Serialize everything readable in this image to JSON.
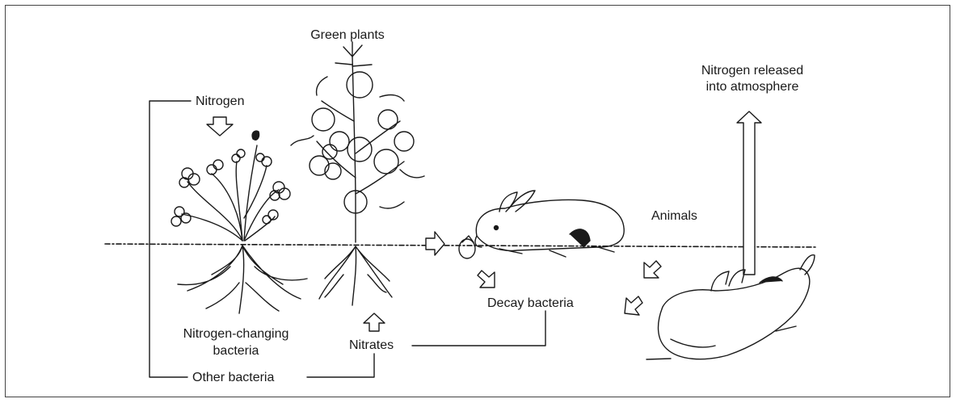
{
  "labels": {
    "green_plants": "Green plants",
    "nitrogen": "Nitrogen",
    "nitrogen_released_line1": "Nitrogen released",
    "nitrogen_released_line2": "into atmosphere",
    "animals": "Animals",
    "decay_bacteria": "Decay bacteria",
    "nitrogen_changing_line1": "Nitrogen-changing",
    "nitrogen_changing_line2": "bacteria",
    "nitrates": "Nitrates",
    "other_bacteria": "Other bacteria"
  },
  "illustrations": [
    "clover-plant",
    "tomato-plant",
    "rabbit-eating",
    "dead-rabbit"
  ],
  "colors": {
    "ink": "#1a1a1a",
    "frame": "#444444"
  }
}
